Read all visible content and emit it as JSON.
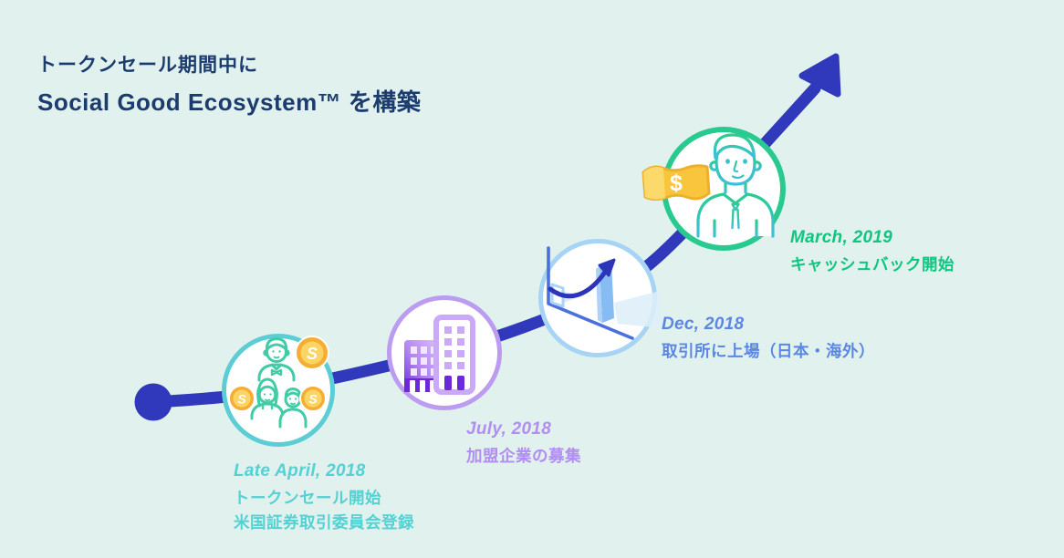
{
  "title": {
    "line1": "トークンセール期間中に",
    "line2": "Social Good Ecosystem™ を構築"
  },
  "milestones": [
    {
      "date": "Late April, 2018",
      "lines": [
        "トークンセール開始",
        "米国証券取引委員会登録"
      ],
      "accent": "#55d1d3",
      "icon": "family-with-coins-icon"
    },
    {
      "date": "July, 2018",
      "lines": [
        "加盟企業の募集"
      ],
      "accent": "#b28ef2",
      "icon": "buildings-icon"
    },
    {
      "date": "Dec, 2018",
      "lines": [
        "取引所に上場（日本・海外）"
      ],
      "accent": "#5b87e3",
      "icon": "growth-chart-icon"
    },
    {
      "date": "March, 2019",
      "lines": [
        "キャッシュバック開始"
      ],
      "accent": "#0fc580",
      "icon": "cashback-man-icon"
    }
  ],
  "symbols": {
    "coin": "S",
    "bill": "$"
  },
  "colors": {
    "background": "#e1f1ed",
    "arrow_line": "#3038bb",
    "title_navy": "#1c3c6f",
    "teal_ring": "#5ccdd5",
    "purple_ring": "#bb9cf1",
    "blue_ring": "#a7d3f5",
    "green_ring": "#29ca8f",
    "coin_gold": "#f5ae33",
    "bill_gold": "#f8c53c"
  }
}
